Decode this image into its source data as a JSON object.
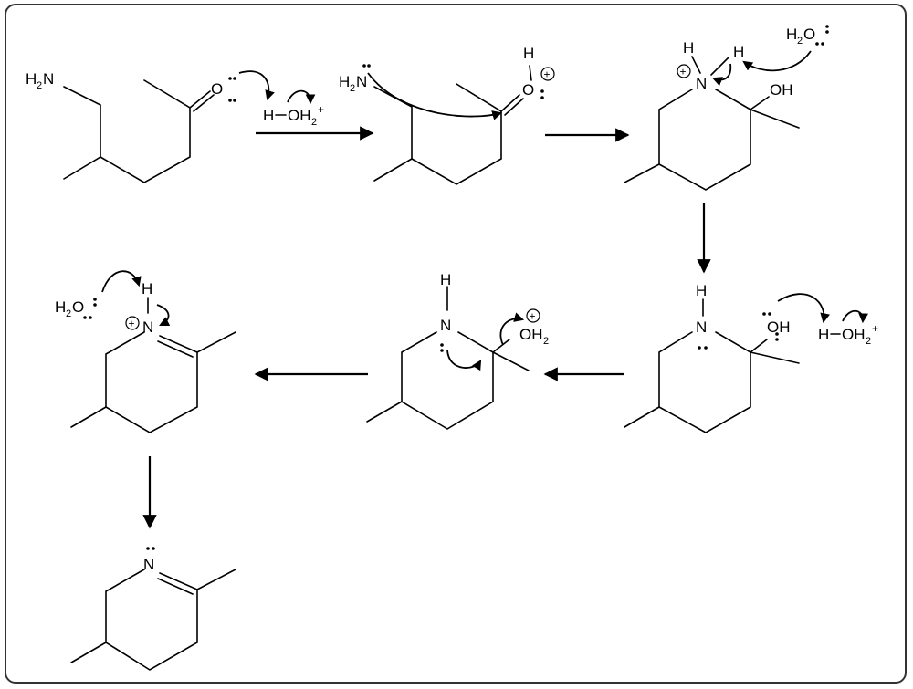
{
  "mechanism": {
    "molecule_1": {
      "amine_label": "H",
      "amine_sub": "2",
      "amine_atom": "N",
      "carbonyl_o": "O"
    },
    "acid": {
      "h": "H",
      "o": "OH",
      "sub": "2",
      "charge": "+"
    },
    "molecule_2": {
      "amine_label": "H",
      "amine_sub": "2",
      "amine_atom": "N",
      "oxonium_o": "O",
      "oxonium_h": "H",
      "charge": "+"
    },
    "molecule_3": {
      "water_h": "H",
      "water_sub": "2",
      "water_o": "O",
      "n_h": "H",
      "n_h2": "H",
      "n": "N",
      "charge": "+",
      "oh": "OH"
    },
    "molecule_4": {
      "n_h": "H",
      "n": "N",
      "oh": "OH",
      "acid_h": "H",
      "acid_o": "OH",
      "acid_sub": "2",
      "acid_charge": "+"
    },
    "molecule_5": {
      "n_h": "H",
      "n": "N",
      "oh": "OH",
      "oh_sub": "2",
      "charge": "+"
    },
    "molecule_6": {
      "water_h": "H",
      "water_sub": "2",
      "water_o": "O",
      "n_h": "H",
      "n": "N",
      "charge": "+"
    },
    "molecule_7": {
      "n": "N"
    }
  }
}
